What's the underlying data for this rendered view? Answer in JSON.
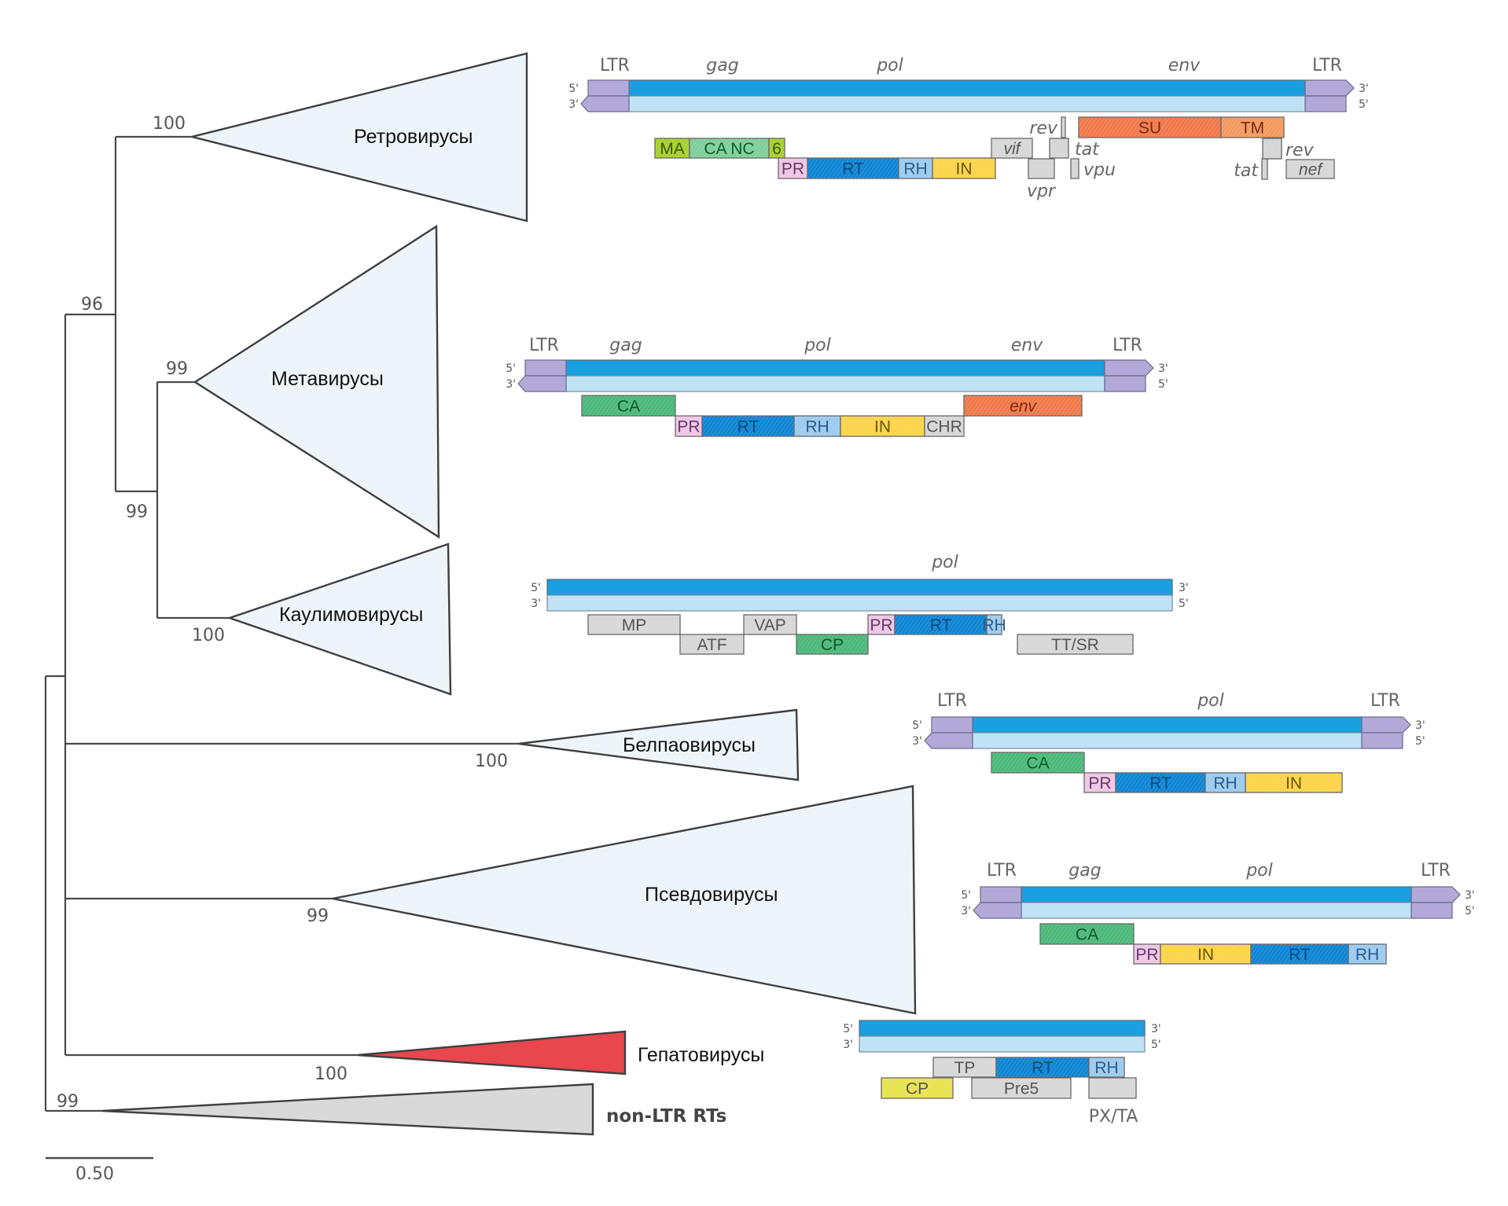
{
  "figure": {
    "scale_bar": {
      "label": "0.50",
      "value": 0.5
    },
    "colors": {
      "clade_fill": "#eef5fa",
      "hepato_fill": "#e8474e",
      "nonltr_fill": "#d9d9d9",
      "strand_top": "#1a9fe0",
      "strand_bottom": "#bfe3f5",
      "ltr": "#b3a9d9",
      "MA": "#a8cf2e",
      "CA": "#4cb87a",
      "CANC": "#7fcf9a",
      "PR": "#efc6e6",
      "RT": "#0f86d4",
      "RH": "#9ccbef",
      "IN": "#fcd34a",
      "grey": "#d7d7d7",
      "env": "#f07a4c",
      "TM": "#f39a5f",
      "CP_yellow": "#e9e34e"
    },
    "strand_labels": {
      "five": "5'",
      "three": "3'"
    }
  },
  "tree": {
    "clades": [
      {
        "id": "retro",
        "label": "Ретровирусы",
        "support": "100"
      },
      {
        "id": "meta",
        "label": "Метавирусы",
        "support": "99"
      },
      {
        "id": "caulimo",
        "label": "Каулимовирусы",
        "support": "100"
      },
      {
        "id": "belpao",
        "label": "Белпаовирусы",
        "support": "100"
      },
      {
        "id": "pseudo",
        "label": "Псевдовирусы",
        "support": "99"
      },
      {
        "id": "hepato",
        "label": "Гепатовирусы",
        "support": "100"
      },
      {
        "id": "nonltr",
        "label": "non-LTR RTs",
        "support": "99"
      }
    ],
    "internal_nodes": [
      {
        "id": "n96",
        "support": "96"
      },
      {
        "id": "n99",
        "support": "99"
      }
    ]
  },
  "genomes": {
    "retro": {
      "regions": [
        "LTR",
        "gag",
        "pol",
        "env",
        "LTR"
      ],
      "orfs": [
        {
          "name": "MA",
          "color": "MA"
        },
        {
          "name": "CA NC",
          "color": "CANC"
        },
        {
          "name": "6",
          "color": "MA"
        },
        {
          "name": "PR",
          "color": "PR"
        },
        {
          "name": "RT",
          "color": "RT"
        },
        {
          "name": "RH",
          "color": "RH"
        },
        {
          "name": "IN",
          "color": "IN"
        },
        {
          "name": "vif",
          "color": "grey"
        },
        {
          "name": "SU",
          "color": "env"
        },
        {
          "name": "TM",
          "color": "TM"
        },
        {
          "name": "nef",
          "color": "grey"
        }
      ],
      "side_labels": [
        "rev",
        "tat",
        "vpr",
        "vpu",
        "rev",
        "tat"
      ]
    },
    "meta": {
      "regions": [
        "LTR",
        "gag",
        "pol",
        "env",
        "LTR"
      ],
      "orfs": [
        {
          "name": "CA",
          "color": "CA"
        },
        {
          "name": "PR",
          "color": "PR"
        },
        {
          "name": "RT",
          "color": "RT"
        },
        {
          "name": "RH",
          "color": "RH"
        },
        {
          "name": "IN",
          "color": "IN"
        },
        {
          "name": "CHR",
          "color": "grey"
        },
        {
          "name": "env",
          "color": "env"
        }
      ]
    },
    "caulimo": {
      "regions": [
        "pol"
      ],
      "orfs": [
        {
          "name": "MP",
          "color": "grey"
        },
        {
          "name": "ATF",
          "color": "grey"
        },
        {
          "name": "VAP",
          "color": "grey"
        },
        {
          "name": "CP",
          "color": "CA"
        },
        {
          "name": "PR",
          "color": "PR"
        },
        {
          "name": "RT",
          "color": "RT"
        },
        {
          "name": "RH",
          "color": "RH"
        },
        {
          "name": "TT/SR",
          "color": "grey"
        }
      ]
    },
    "belpao": {
      "regions": [
        "LTR",
        "pol",
        "LTR"
      ],
      "orfs": [
        {
          "name": "CA",
          "color": "CA"
        },
        {
          "name": "PR",
          "color": "PR"
        },
        {
          "name": "RT",
          "color": "RT"
        },
        {
          "name": "RH",
          "color": "RH"
        },
        {
          "name": "IN",
          "color": "IN"
        }
      ]
    },
    "pseudo": {
      "regions": [
        "LTR",
        "gag",
        "pol",
        "LTR"
      ],
      "orfs": [
        {
          "name": "CA",
          "color": "CA"
        },
        {
          "name": "PR",
          "color": "PR"
        },
        {
          "name": "IN",
          "color": "IN"
        },
        {
          "name": "RT",
          "color": "RT"
        },
        {
          "name": "RH",
          "color": "RH"
        }
      ]
    },
    "hepato": {
      "regions": [],
      "orfs": [
        {
          "name": "TP",
          "color": "grey"
        },
        {
          "name": "RT",
          "color": "RT"
        },
        {
          "name": "RH",
          "color": "RH"
        },
        {
          "name": "CP",
          "color": "CP_yellow"
        },
        {
          "name": "Pre5",
          "color": "grey"
        },
        {
          "name": "",
          "color": "grey"
        }
      ],
      "side_labels": [
        "PX/TA"
      ]
    }
  }
}
